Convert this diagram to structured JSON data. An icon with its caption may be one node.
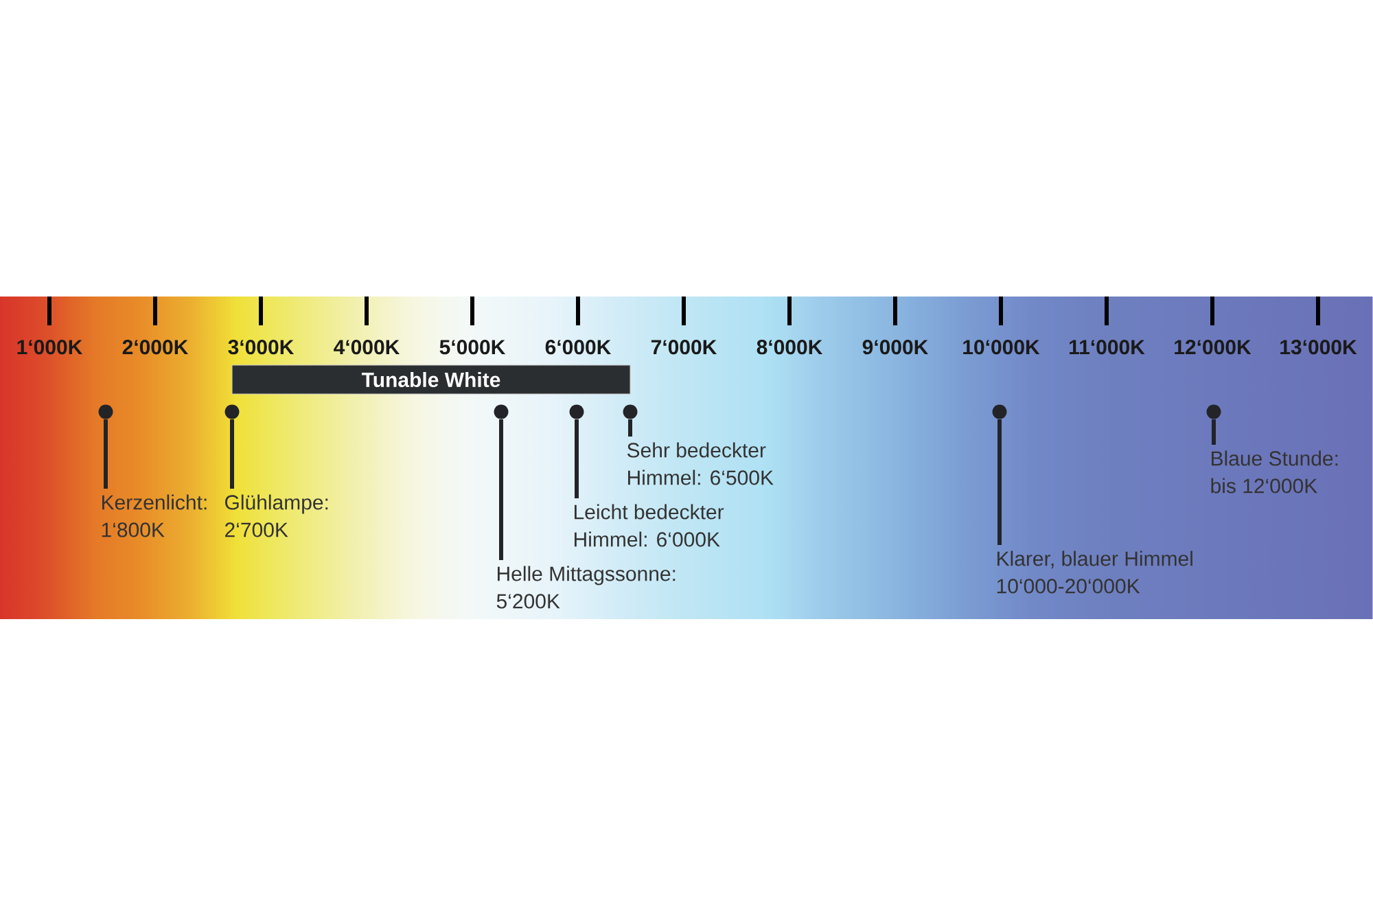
{
  "diagram": {
    "nodes": [
      {
        "text": [
          "Tunable White"
        ]
      },
      {
        "text": [
          "Kerzenlicht: 1‘800K"
        ]
      },
      {
        "text": [],
        "shape": "circle"
      },
      {
        "text": [
          "Glühlampe: 2‘700K"
        ]
      },
      {
        "text": [],
        "shape": "circle"
      },
      {
        "text": [
          "Helle Mittagssonne: 5‘200K"
        ]
      },
      {
        "text": [],
        "shape": "circle"
      },
      {
        "text": [
          "Leicht bedeckter Himmel: 6‘000K"
        ]
      },
      {
        "text": [],
        "shape": "circle"
      },
      {
        "text": [
          "Sehr bedeckter Himmel: 6‘500K"
        ]
      },
      {
        "text": [],
        "shape": "circle"
      },
      {
        "text": [
          "Klarer, blauer Himmel 10‘000-20‘000K"
        ]
      },
      {
        "text": [],
        "shape": "circle"
      },
      {
        "text": [
          "Blaue Stunde: bis 12‘000K"
        ]
      },
      {
        "text": [],
        "shape": "circle"
      }
    ],
    "edges": [
      {
        "from": 1,
        "to": 2,
        "arrow": "none"
      },
      {
        "from": 3,
        "to": 4,
        "arrow": "none"
      },
      {
        "from": 5,
        "to": 6,
        "arrow": "none"
      },
      {
        "from": 7,
        "to": 8,
        "arrow": "none"
      },
      {
        "from": 9,
        "to": 10,
        "arrow": "none"
      },
      {
        "from": 11,
        "to": 12,
        "arrow": "none"
      },
      {
        "from": 13,
        "to": 14,
        "arrow": "none"
      }
    ],
    "labels": [
      "1‘000K",
      "2‘000K",
      "3‘000K",
      "4‘000K",
      "5‘000K",
      "6‘000K",
      "7‘000K",
      "8‘000K",
      "9‘000K",
      "10‘000K",
      "11‘000K",
      "12‘000K",
      "13‘000K"
    ]
  }
}
